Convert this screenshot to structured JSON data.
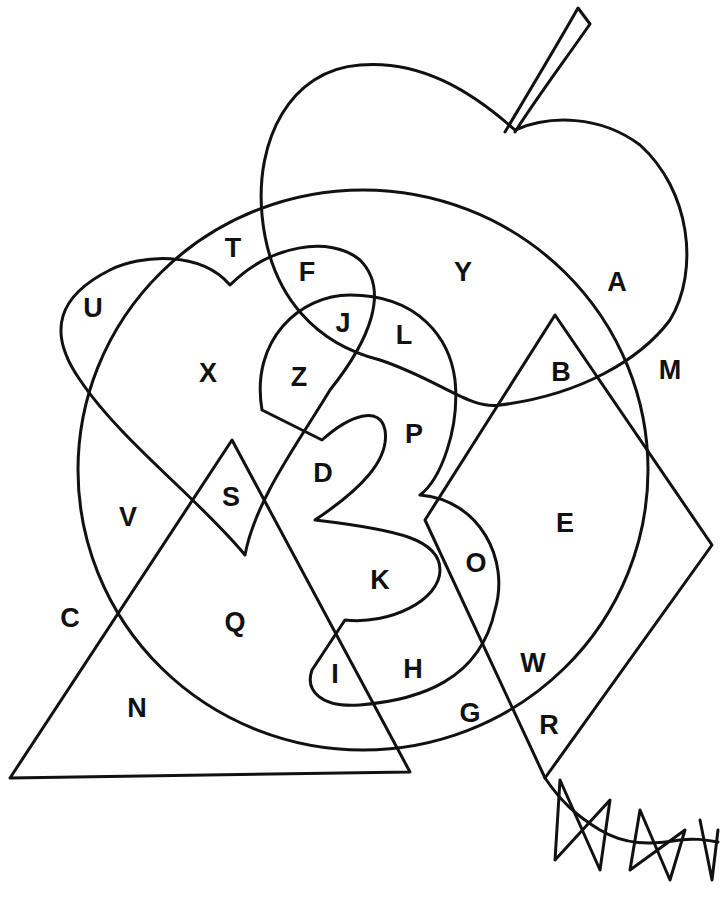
{
  "diagram": {
    "labels": [
      "T",
      "F",
      "Y",
      "A",
      "U",
      "J",
      "L",
      "X",
      "Z",
      "B",
      "M",
      "P",
      "D",
      "S",
      "E",
      "V",
      "O",
      "K",
      "C",
      "Q",
      "I",
      "H",
      "W",
      "N",
      "G",
      "R"
    ]
  }
}
